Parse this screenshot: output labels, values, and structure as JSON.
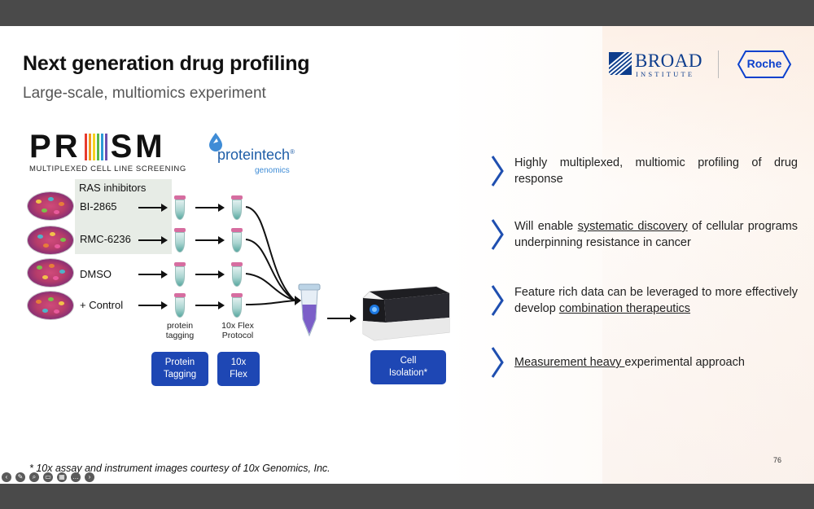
{
  "slide": {
    "title": "Next generation drug profiling",
    "subtitle": "Large-scale, multiomics experiment",
    "page_number": "76",
    "footnote": "* 10x assay and instrument images courtesy of 10x Genomics, Inc."
  },
  "logos": {
    "broad_word": "BROAD",
    "broad_sub": "INSTITUTE",
    "roche": "Roche",
    "prism_left": "PR",
    "prism_right": "SM",
    "prism_sub": "MULTIPLEXED CELL LINE SCREENING",
    "proteintech": "proteintech",
    "proteintech_sup": "®",
    "proteintech_sub": "genomics"
  },
  "diagram": {
    "ras_label": "RAS inhibitors",
    "rows": [
      {
        "label": "BI-2865"
      },
      {
        "label": "RMC-6236"
      },
      {
        "label": "DMSO"
      },
      {
        "label": "+ Control"
      }
    ],
    "col1_note": "protein\ntagging",
    "col2_note": "10x Flex\nProtocol",
    "pill_protein": "Protein\nTagging",
    "pill_flex": "10x\nFlex",
    "pill_cell": "Cell\nIsolation*"
  },
  "bullets": [
    {
      "parts": [
        {
          "t": "Highly multiplexed, multiomic profiling of drug response",
          "u": false
        }
      ]
    },
    {
      "parts": [
        {
          "t": "Will enable ",
          "u": false
        },
        {
          "t": "systematic discovery",
          "u": true
        },
        {
          "t": " of cellular programs underpinning resistance in cancer",
          "u": false
        }
      ]
    },
    {
      "parts": [
        {
          "t": "Feature rich data can be leveraged to more effectively develop ",
          "u": false
        },
        {
          "t": "combination therapeutics",
          "u": true
        }
      ]
    },
    {
      "parts": [
        {
          "t": "Measurement heavy ",
          "u": true
        },
        {
          "t": "experimental approach",
          "u": false
        }
      ]
    }
  ],
  "colors": {
    "accent_blue": "#1e47b4",
    "broad_blue": "#0d3d8c",
    "chevron_blue": "#1f4fb0"
  },
  "toolbar_icons": [
    "back-icon",
    "pen-icon",
    "zoom-icon",
    "captions-icon",
    "grid-icon",
    "more-icon",
    "forward-icon"
  ]
}
